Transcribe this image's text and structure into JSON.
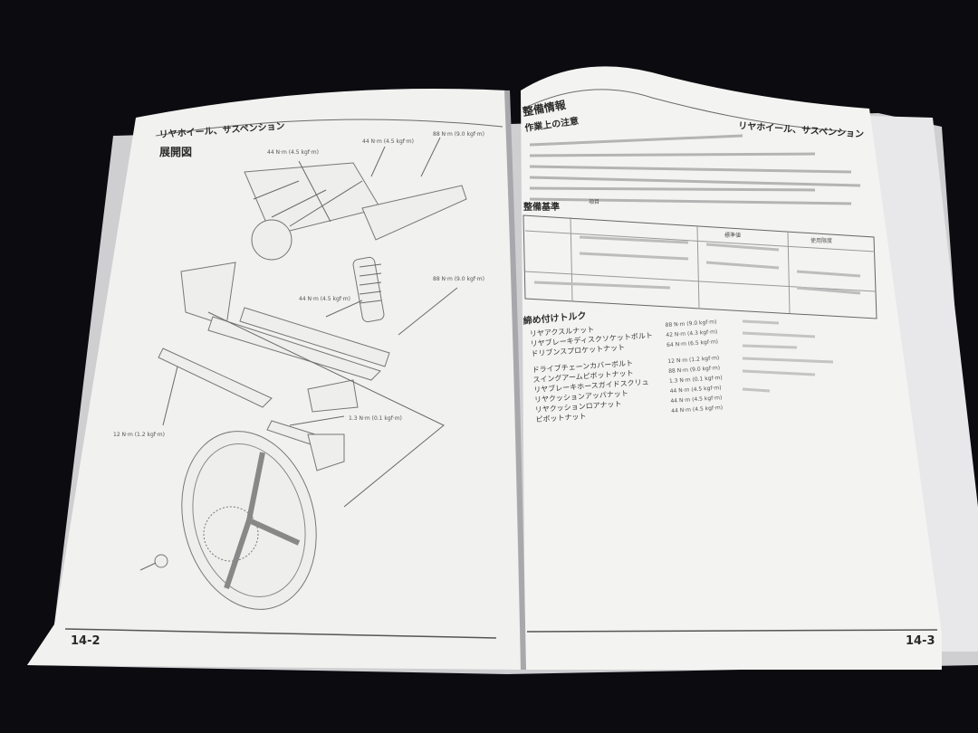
{
  "left_page": {
    "header": "リヤホイール、サスペンション",
    "section_title": "展開図",
    "page_number": "14-2",
    "torque_labels": [
      "44 N·m (4.5 kgf·m)",
      "44 N·m (4.5 kgf·m)",
      "88 N·m (9.0 kgf·m)",
      "44 N·m (4.5 kgf·m)",
      "88 N·m (9.0 kgf·m)",
      "12 N·m (1.2 kgf·m)",
      "1.3 N·m (0.1 kgf·m)"
    ]
  },
  "right_page": {
    "header": "リヤホイール、サスペンション",
    "section_title": "整備情報",
    "notes_title": "作業上の注意",
    "spec_title": "整備基準",
    "spec_header": "項目",
    "spec_cols": [
      "標準値",
      "使用限度"
    ],
    "torque_title": "締め付けトルク",
    "torque_items": [
      {
        "name": "リヤアクスルナット",
        "value": "88 N·m (9.0 kgf·m)"
      },
      {
        "name": "リヤブレーキディスクソケットボルト",
        "value": "42 N·m (4.3 kgf·m)"
      },
      {
        "name": "ドリブンスプロケットナット",
        "value": "64 N·m (6.5 kgf·m)"
      },
      {
        "name": "ドライブチェーンカバーボルト",
        "value": "12 N·m (1.2 kgf·m)"
      },
      {
        "name": "スイングアームピボットナット",
        "value": "88 N·m (9.0 kgf·m)"
      },
      {
        "name": "リヤブレーキホースガイドスクリュ",
        "value": "1.3 N·m (0.1 kgf·m)"
      },
      {
        "name": "リヤクッションアッパナット",
        "value": "44 N·m (4.5 kgf·m)"
      },
      {
        "name": "リヤクッションロアナット",
        "value": "44 N·m (4.5 kgf·m)"
      },
      {
        "name": "ピボットナット",
        "value": "44 N·m (4.5 kgf·m)"
      }
    ],
    "page_number": "14-3"
  }
}
